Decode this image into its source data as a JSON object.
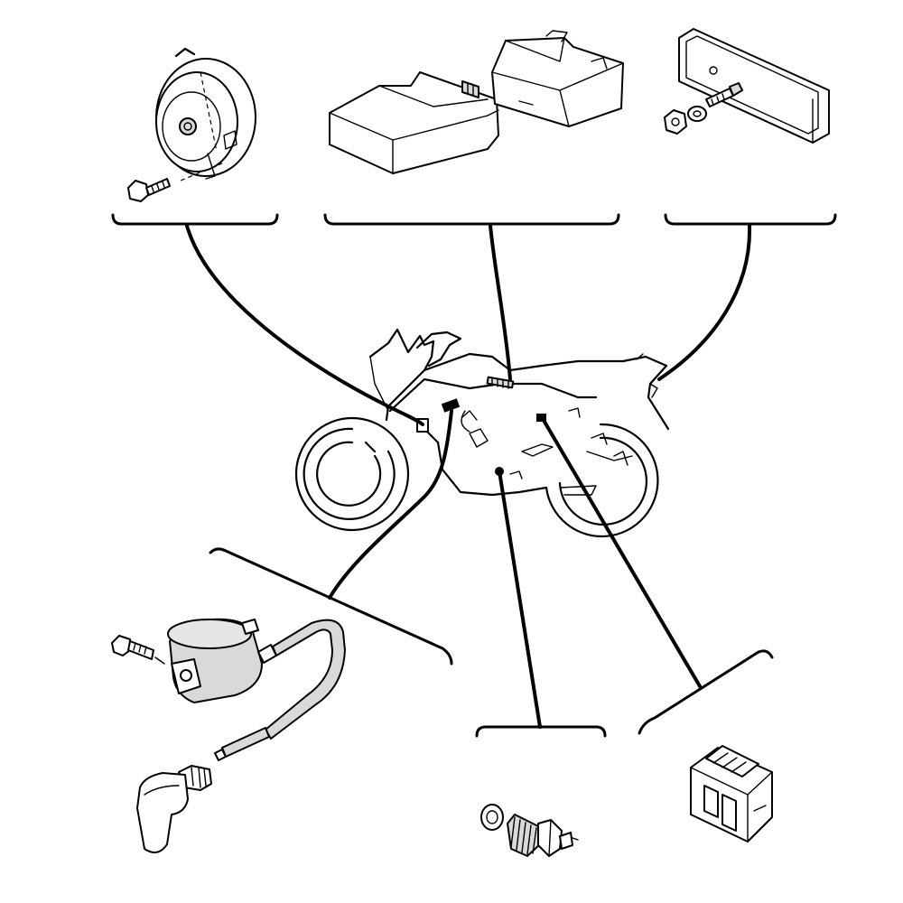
{
  "diagram": {
    "type": "exploded-parts-location-diagram",
    "components": [
      {
        "id": "horn",
        "icon": "horn-icon",
        "position": "top-left"
      },
      {
        "id": "ecu",
        "icon": "control-unit-icon",
        "position": "top-center"
      },
      {
        "id": "rectifier",
        "icon": "rectifier-plate-icon",
        "position": "top-right"
      },
      {
        "id": "ignition-coil",
        "icon": "ignition-coil-icon",
        "position": "bottom-left"
      },
      {
        "id": "switch",
        "icon": "threaded-switch-icon",
        "position": "bottom-center"
      },
      {
        "id": "relay",
        "icon": "relay-icon",
        "position": "bottom-right"
      }
    ],
    "colors": {
      "line": "#000000",
      "shade": "#d9d9d9",
      "background": "#ffffff"
    }
  }
}
